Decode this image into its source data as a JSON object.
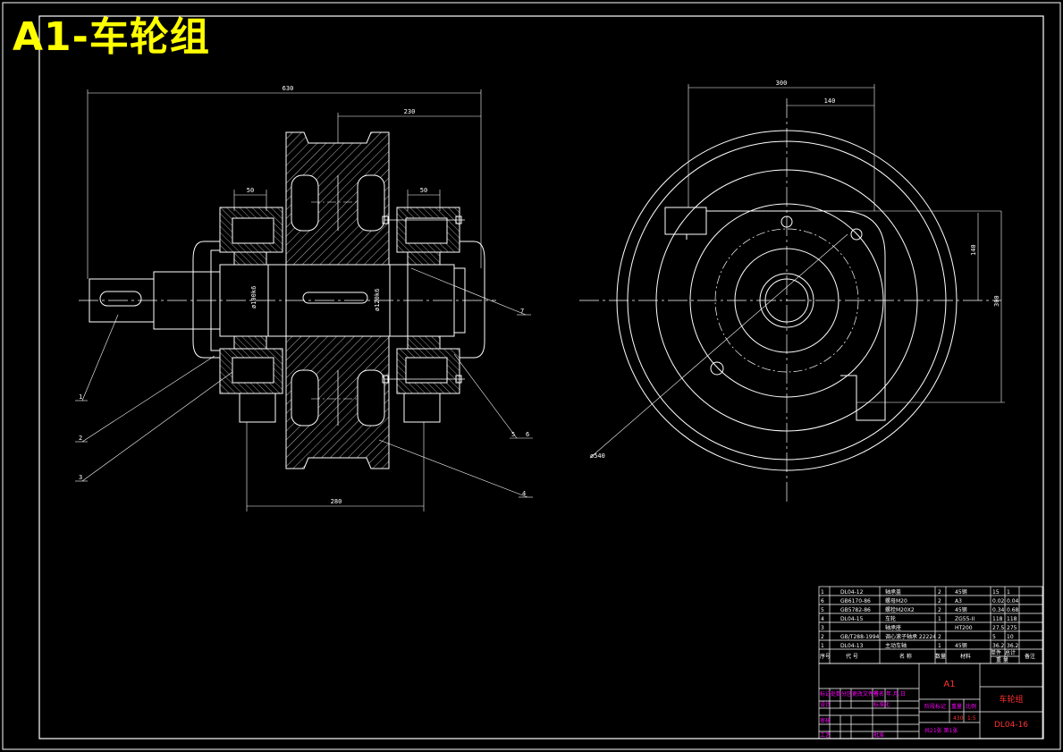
{
  "banner": "A1-车轮组",
  "dims": {
    "overall_length": "630",
    "wheel_width": "230",
    "bearing_left": "50",
    "bearing_right": "50",
    "base_span": "280",
    "right_width": "300",
    "right_half": "140",
    "right_height_small": "140",
    "right_height": "300",
    "wheel_diameter": "ø540",
    "shaft_d1": "ø100k6",
    "shaft_d2": "ø120k6"
  },
  "leaders": {
    "l1": "1",
    "l2": "2",
    "l3": "3",
    "l4": "4",
    "l5": "5",
    "l6": "6",
    "l7": "7"
  },
  "bom": {
    "rows": [
      {
        "no": "1",
        "code": "DL04-12",
        "name": "轴承盖",
        "qty": "2",
        "mat": "45钢",
        "w1": "15",
        "w2": "1"
      },
      {
        "no": "6",
        "code": "GB6170-86",
        "name": "螺母M20",
        "qty": "2",
        "mat": "A3",
        "w1": "0.02",
        "w2": "0.04"
      },
      {
        "no": "5",
        "code": "GB5782-86",
        "name": "螺栓M20X2",
        "qty": "2",
        "mat": "45钢",
        "w1": "0.34",
        "w2": "0.68"
      },
      {
        "no": "4",
        "code": "DL04-15",
        "name": "车轮",
        "qty": "1",
        "mat": "ZG55-II",
        "w1": "118",
        "w2": "118"
      },
      {
        "no": "3",
        "code": "",
        "name": "轴承座",
        "qty": "",
        "mat": "HT200",
        "w1": "27.5",
        "w2": "275"
      },
      {
        "no": "2",
        "code": "GB/T288-1994",
        "name": "调心滚子轴承 22224",
        "qty": "2",
        "mat": "",
        "w1": "5",
        "w2": "10"
      },
      {
        "no": "1",
        "code": "DL04-13",
        "name": "主动车轴",
        "qty": "1",
        "mat": "45钢",
        "w1": "36.2",
        "w2": "36.2"
      }
    ],
    "headers": {
      "no": "序号",
      "code": "代 号",
      "name": "名 称",
      "qty": "数量",
      "mat": "材料",
      "weight_single": "单件",
      "weight_total": "总计",
      "weight": "重 量",
      "note": "备注"
    }
  },
  "title_block": {
    "material_code": "A1",
    "drawing_name": "车轮组",
    "drawing_number": "DL04-16",
    "weight_label": "重量",
    "scale_label": "比例",
    "stage_label": "阶段标记",
    "weight_value": "430",
    "scale_value": "1:5",
    "sheets_text": "共21张  第1张",
    "rev_labels": [
      "标记",
      "处数",
      "分区",
      "更改文件号",
      "签名",
      "年.月.日"
    ],
    "role_designer": "设计",
    "role_standard": "标准化",
    "role_checker": "审核",
    "role_process": "工艺",
    "role_approve": "批准"
  },
  "colors": {
    "background": "#000000",
    "lines": "#ffffff",
    "banner": "#ffff00",
    "magenta": "#ff00ff",
    "red": "#ff3030"
  }
}
